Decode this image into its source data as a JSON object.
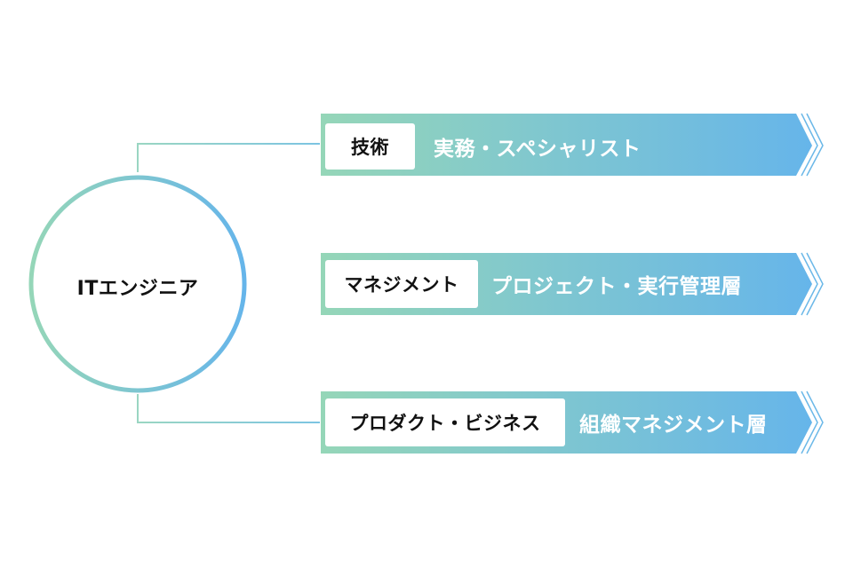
{
  "diagram": {
    "center": {
      "label": "ITエンジニア"
    },
    "branches": [
      {
        "label": "技術",
        "description": "実務・スペシャリスト"
      },
      {
        "label": "マネジメント",
        "description": "プロジェクト・実行管理層"
      },
      {
        "label": "プロダクト・ビジネス",
        "description": "組織マネジメント層"
      }
    ]
  },
  "colors": {
    "gradient_start": "#95d6b8",
    "gradient_end": "#66b5ea",
    "connector_line": "#8fd0c0",
    "label_box": "#ffffff"
  }
}
